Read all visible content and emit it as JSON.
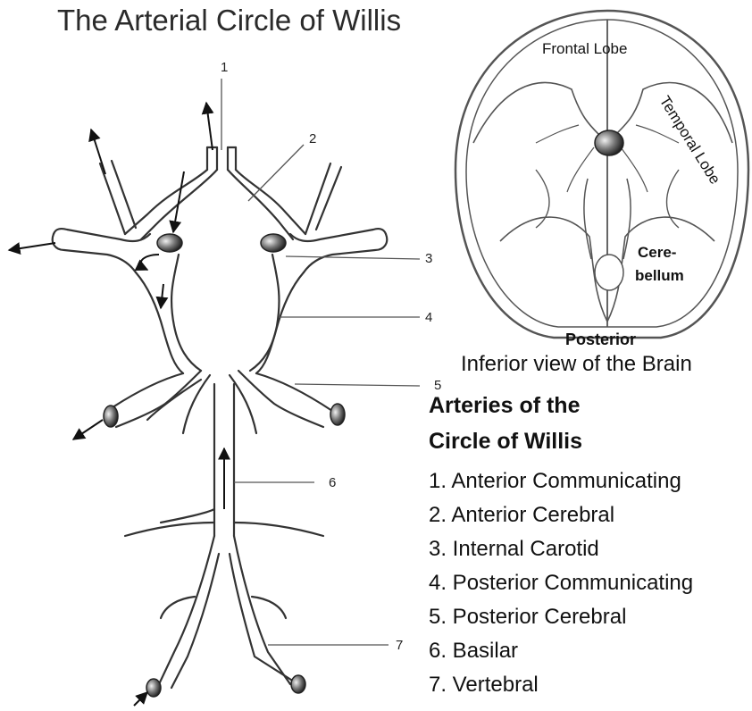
{
  "title": "The Arterial Circle of Willis",
  "diagram": {
    "numbers": [
      "1",
      "2",
      "3",
      "4",
      "5",
      "6",
      "7"
    ]
  },
  "brain": {
    "frontal": "Frontal Lobe",
    "temporal": "Temporal Lobe",
    "cerebellum_line1": "Cere-",
    "cerebellum_line2": "bellum",
    "posterior": "Posterior",
    "caption": "Inferior view of the Brain"
  },
  "legend": {
    "title_line1": "Arteries of the",
    "title_line2": "Circle of Willis",
    "items": [
      "1. Anterior Communicating",
      "2. Anterior Cerebral",
      "3. Internal Carotid",
      "4. Posterior Communicating",
      "5. Posterior Cerebral",
      "6. Basilar",
      "7. Vertebral"
    ]
  }
}
